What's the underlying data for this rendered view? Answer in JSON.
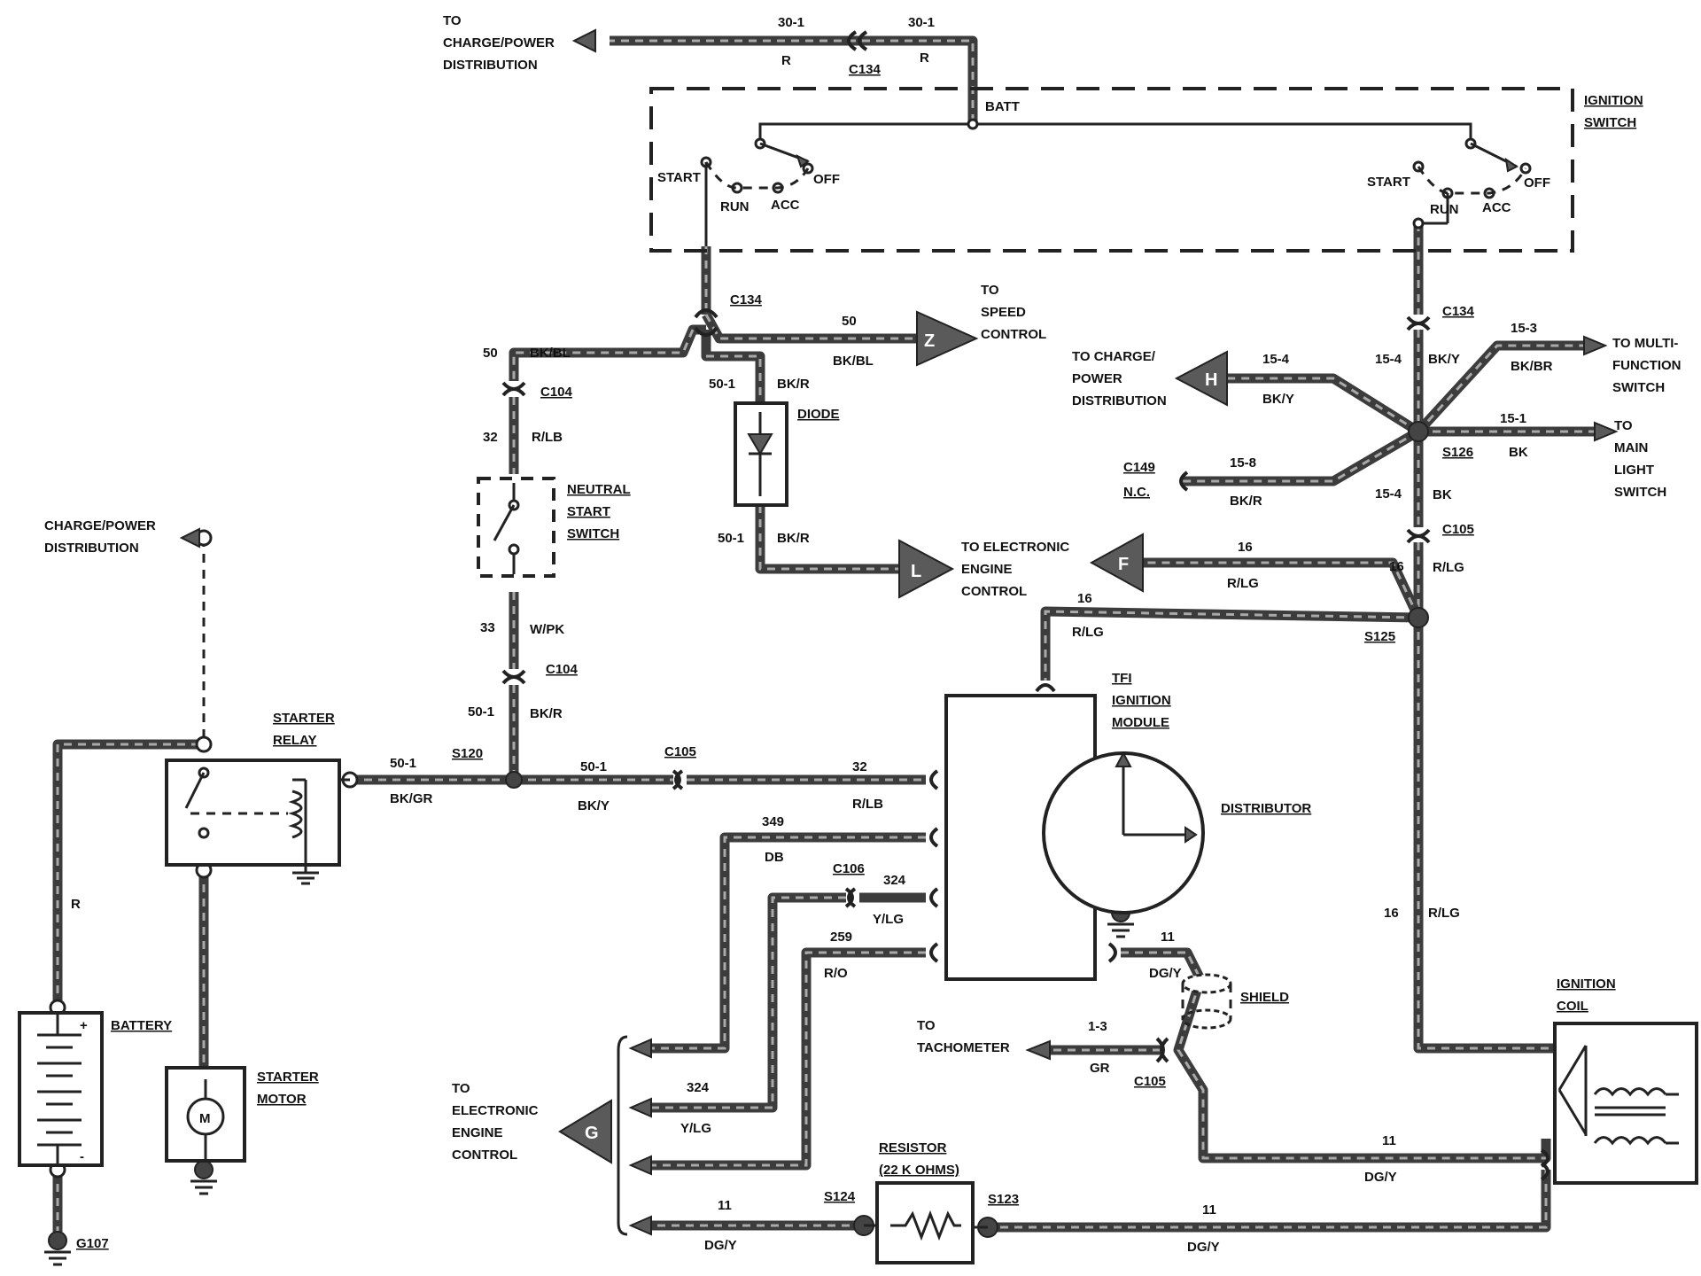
{
  "labels": {
    "to_charge_power_top": [
      "TO",
      "CHARGE/POWER",
      "DISTRIBUTION"
    ],
    "w301_left": "30-1",
    "w301_right": "30-1",
    "r_left": "R",
    "r_right": "R",
    "c134_top": "C134",
    "batt": "BATT",
    "ignition_switch": [
      "IGNITION",
      "SWITCH"
    ],
    "start_l": "START",
    "run_l": "RUN",
    "acc_l": "ACC",
    "off_l": "OFF",
    "start_r": "START",
    "run_r": "RUN",
    "acc_r": "ACC",
    "off_r": "OFF",
    "c134_mid": "C134",
    "to_speed_control": [
      "TO",
      "SPEED",
      "CONTROL"
    ],
    "w50_a": "50",
    "bkbl_a": "BK/BL",
    "w50_b": "50",
    "bkbl_b": "BK/BL",
    "c104_a": "C104",
    "w32_a": "32",
    "rlb_a": "R/LB",
    "w501_a": "50-1",
    "bkr_a": "BK/R",
    "diode": "DIODE",
    "w501_b": "50-1",
    "bkr_b": "BK/R",
    "neutral_start_switch": [
      "NEUTRAL",
      "START",
      "SWITCH"
    ],
    "to_eec_mid": [
      "TO ELECTRONIC",
      "ENGINE",
      "CONTROL"
    ],
    "w33": "33",
    "wpk": "W/PK",
    "c104_b": "C104",
    "w501_c": "50-1",
    "bkr_c": "BK/R",
    "charge_power_left": [
      "CHARGE/POWER",
      "DISTRIBUTION"
    ],
    "starter_relay": [
      "STARTER",
      "RELAY"
    ],
    "w501_d": "50-1",
    "s120": "S120",
    "bkgr": "BK/GR",
    "w501_e": "50-1",
    "c105_a": "C105",
    "bky_a": "BK/Y",
    "w32_b": "32",
    "rlb_b": "R/LB",
    "r_batt": "R",
    "battery": "BATTERY",
    "starter_motor": [
      "STARTER",
      "MOTOR"
    ],
    "motor_m": "M",
    "g107": "G107",
    "c134_right": "C134",
    "w153": "15-3",
    "bkbr": "BK/BR",
    "to_multifunction": [
      "TO MULTI-",
      "FUNCTION",
      "SWITCH"
    ],
    "to_charge_power_right": [
      "TO CHARGE/",
      "POWER",
      "DISTRIBUTION"
    ],
    "w154_a": "15-4",
    "bky_b": "BK/Y",
    "w154_b": "15-4",
    "bky_c": "BK/Y",
    "w151": "15-1",
    "s126": "S126",
    "bk_a": "BK",
    "to_main_light": [
      "TO",
      "MAIN",
      "LIGHT",
      "SWITCH"
    ],
    "c149": "C149",
    "nc": "N.C.",
    "w158": "15-8",
    "bkr_d": "BK/R",
    "w154_c": "15-4",
    "bk_b": "BK",
    "c105_b": "C105",
    "w16_a": "16",
    "rlg_a": "R/LG",
    "w16_b": "16",
    "rlg_b": "R/LG",
    "w16_c": "16",
    "rlg_c": "R/LG",
    "s125": "S125",
    "tfi": [
      "TFI",
      "IGNITION",
      "MODULE"
    ],
    "distributor": "DISTRIBUTOR",
    "w349": "349",
    "db": "DB",
    "c106": "C106",
    "w324_a": "324",
    "ylg_a": "Y/LG",
    "w259": "259",
    "ro": "R/O",
    "w11_a": "11",
    "dgy_a": "DG/Y",
    "shield": "SHIELD",
    "to_tachometer": [
      "TO",
      "TACHOMETER"
    ],
    "w13": "1-3",
    "gr": "GR",
    "c105_c": "C105",
    "w16_d": "16",
    "rlg_d": "R/LG",
    "ignition_coil": [
      "IGNITION",
      "COIL"
    ],
    "to_eec_bottom": [
      "TO",
      "ELECTRONIC",
      "ENGINE",
      "CONTROL"
    ],
    "w324_b": "324",
    "ylg_b": "Y/LG",
    "resistor": [
      "RESISTOR",
      "(22 K OHMS)"
    ],
    "s124": "S124",
    "s123": "S123",
    "w11_b": "11",
    "dgy_b": "DG/Y",
    "w11_c": "11",
    "dgy_c": "DG/Y",
    "w11_d": "11",
    "dgy_d": "DG/Y",
    "arrow_z": "Z",
    "arrow_h": "H",
    "arrow_l": "L",
    "arrow_f": "F",
    "arrow_g": "G"
  }
}
